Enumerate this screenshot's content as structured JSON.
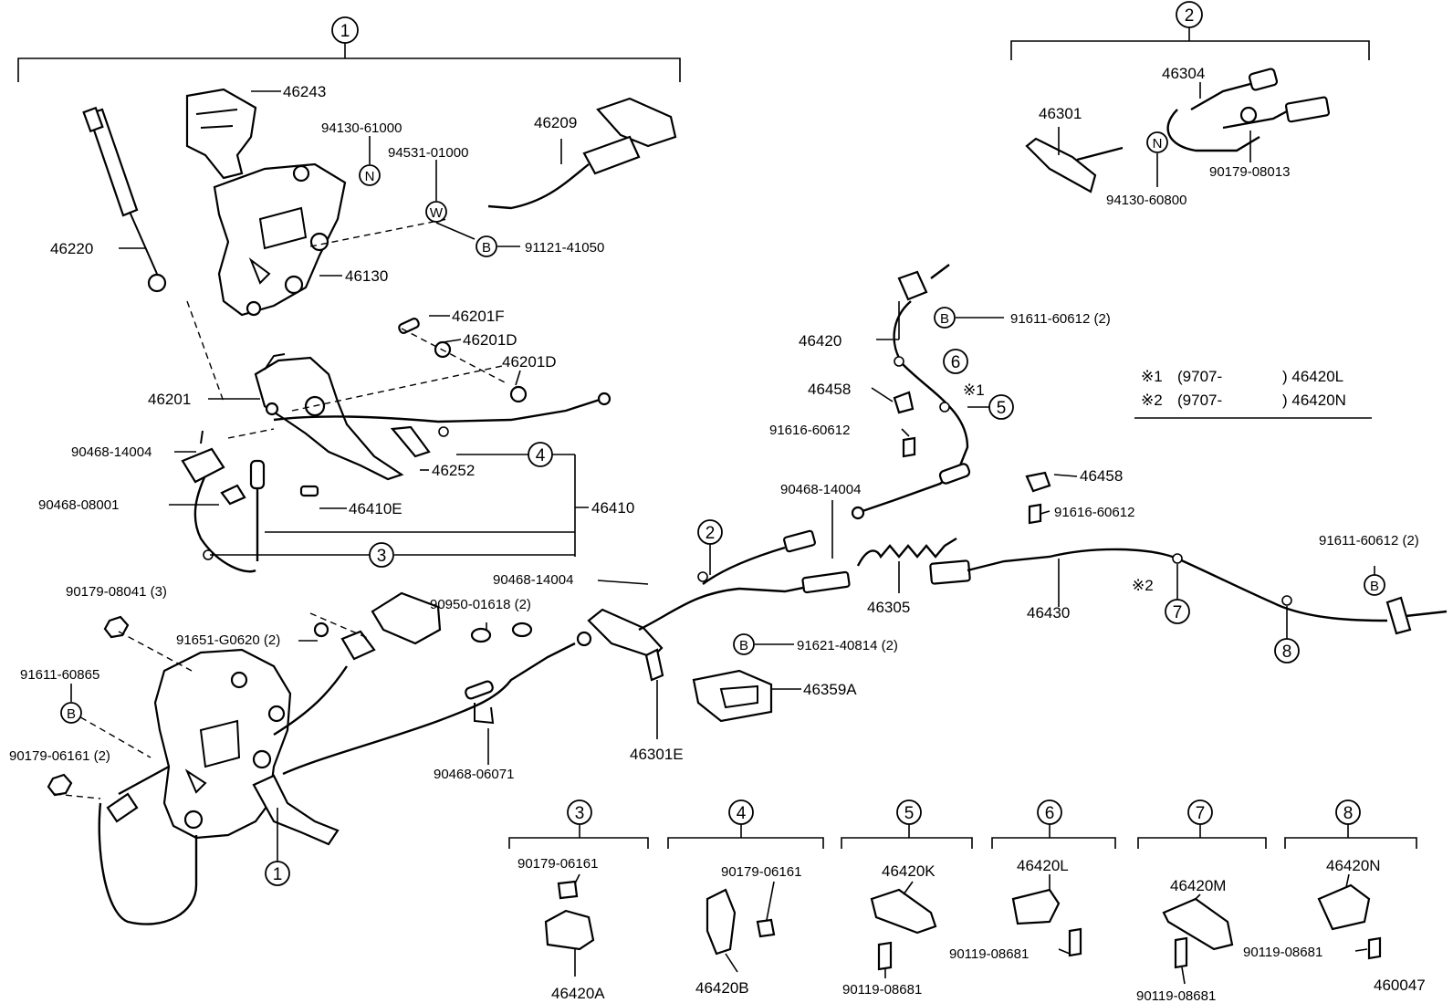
{
  "diagram_id": "460047",
  "group_markers": {
    "g1": "1",
    "g2": "2"
  },
  "legend": {
    "row1": {
      "mark": "※1",
      "range": "(9707-",
      "part": ") 46420L"
    },
    "row2": {
      "mark": "※2",
      "range": "(9707-",
      "part": ") 46420N"
    }
  },
  "marks": {
    "m1": "※1",
    "m2": "※2"
  },
  "ref": {
    "r1": "1",
    "r2": "2",
    "r3": "3",
    "r4": "4",
    "r5": "5",
    "r6": "6",
    "r7": "7",
    "r8": "8"
  },
  "letters": {
    "N": "N",
    "W": "W",
    "B": "B"
  },
  "parts": {
    "p46243": "46243",
    "p94130_61000": "94130-61000",
    "p94531_01000": "94531-01000",
    "p46209": "46209",
    "p46220": "46220",
    "p91121_41050": "91121-41050",
    "p46130": "46130",
    "p46201F": "46201F",
    "p46201D_a": "46201D",
    "p46201D_b": "46201D",
    "p46201": "46201",
    "p90468_14004_a": "90468-14004",
    "p46252": "46252",
    "p90468_08001": "90468-08001",
    "p46410E": "46410E",
    "p46410": "46410",
    "p90179_08041": "90179-08041 (3)",
    "p91651_G0620": "91651-G0620 (2)",
    "p90950_01618": "90950-01618 (2)",
    "p90468_14004_b": "90468-14004",
    "p91611_60865": "91611-60865",
    "p90179_06161_2": "90179-06161 (2)",
    "p90468_06071": "90468-06071",
    "p46301": "46301",
    "p46304": "46304",
    "p90179_08013": "90179-08013",
    "p94130_60800": "94130-60800",
    "p46420": "46420",
    "p91611_60612_a": "91611-60612 (2)",
    "p46458_a": "46458",
    "p91616_60612_a": "91616-60612",
    "p90468_14004_c": "90468-14004",
    "p46458_b": "46458",
    "p91616_60612_b": "91616-60612",
    "p46305": "46305",
    "p46430": "46430",
    "p91611_60612_b": "91611-60612 (2)",
    "p91621_40814": "91621-40814 (2)",
    "p46359A": "46359A",
    "p46301E": "46301E",
    "s3_90179_06161": "90179-06161",
    "s3_46420A": "46420A",
    "s4_90179_06161": "90179-06161",
    "s4_46420B": "46420B",
    "s5_46420K": "46420K",
    "s5_90119_08681": "90119-08681",
    "s6_46420L": "46420L",
    "s6_90119_08681": "90119-08681",
    "s7_46420M": "46420M",
    "s7_90119_08681": "90119-08681",
    "s8_46420N": "46420N",
    "s8_90119_08681": "90119-08681"
  }
}
